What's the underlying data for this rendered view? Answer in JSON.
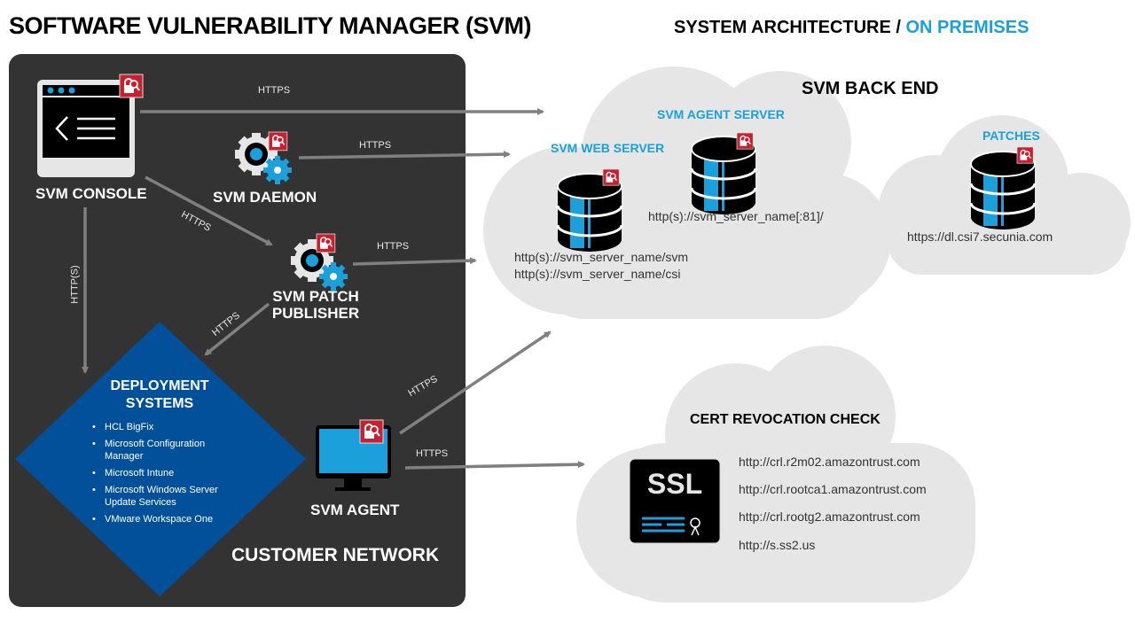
{
  "header": {
    "title": "SOFTWARE VULNERABILITY MANAGER (SVM)",
    "subtitle_prefix": "SYSTEM ARCHITECTURE / ",
    "subtitle_accent": "ON PREMISES"
  },
  "colors": {
    "accent_blue": "#1ba0db",
    "panel_dark": "#333333",
    "deployment_blue": "#03509a",
    "cloud_gray": "#e6e6e6",
    "badge_red": "#c8202f",
    "arrow_gray": "#808080"
  },
  "customer_network": {
    "label": "CUSTOMER NETWORK",
    "nodes": {
      "console": {
        "label": "SVM CONSOLE",
        "icon": "browser-window-icon"
      },
      "daemon": {
        "label": "SVM DAEMON",
        "icon": "gears-icon"
      },
      "patch_publisher": {
        "label_line1": "SVM PATCH",
        "label_line2": "PUBLISHER",
        "icon": "gears-icon"
      },
      "agent": {
        "label": "SVM AGENT",
        "icon": "monitor-icon"
      }
    },
    "deployment": {
      "title_line1": "DEPLOYMENT",
      "title_line2": "SYSTEMS",
      "items": [
        "HCL BigFix",
        "Microsoft Configuration Manager",
        "Microsoft Intune",
        "Microsoft Windows Server Update Services",
        "VMware Workspace One"
      ]
    }
  },
  "connections": {
    "console_to_backend": "HTTPS",
    "daemon_to_backend": "HTTPS",
    "console_to_publisher": "HTTPS",
    "publisher_to_backend": "HTTPS",
    "console_to_deployment": "HTTP(S)",
    "publisher_to_deployment": "HTTPS",
    "agent_to_backend": "HTTPS",
    "agent_to_cert": "HTTPS"
  },
  "backend": {
    "title": "SVM BACK END",
    "web_server": {
      "label": "SVM WEB SERVER",
      "urls": [
        "http(s)://svm_server_name/svm",
        "http(s)://svm_server_name/csi"
      ]
    },
    "agent_server": {
      "label": "SVM AGENT SERVER",
      "url": "http(s)://svm_server_name[:81]/"
    }
  },
  "patches": {
    "label": "PATCHES",
    "url": "https://dl.csi7.secunia.com"
  },
  "cert_check": {
    "title": "CERT REVOCATION CHECK",
    "icon_text": "SSL",
    "urls": [
      "http://crl.r2m02.amazontrust.com",
      "http://crl.rootca1.amazontrust.com",
      "http://crl.rootg2.amazontrust.com",
      "http://s.ss2.us"
    ]
  }
}
